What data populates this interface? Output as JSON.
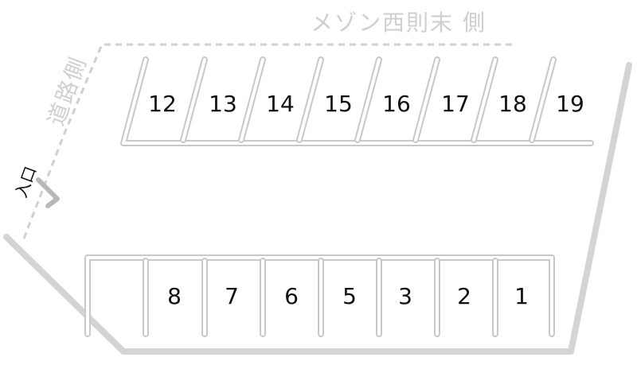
{
  "labels": {
    "back_side": "メゾン西則末 側",
    "road_side": "道路側",
    "entrance": "入口"
  },
  "top_row_spaces": [
    "12",
    "13",
    "14",
    "15",
    "16",
    "17",
    "18",
    "19"
  ],
  "bottom_row_spaces": [
    "8",
    "7",
    "6",
    "5",
    "3",
    "2",
    "1"
  ],
  "colors": {
    "lines": "#c8c8c8",
    "dashed_boundary": "#d0d0d0",
    "arrow": "#b8b8b8",
    "numbers": "#111111",
    "side_labels": "#cfcfcf"
  }
}
